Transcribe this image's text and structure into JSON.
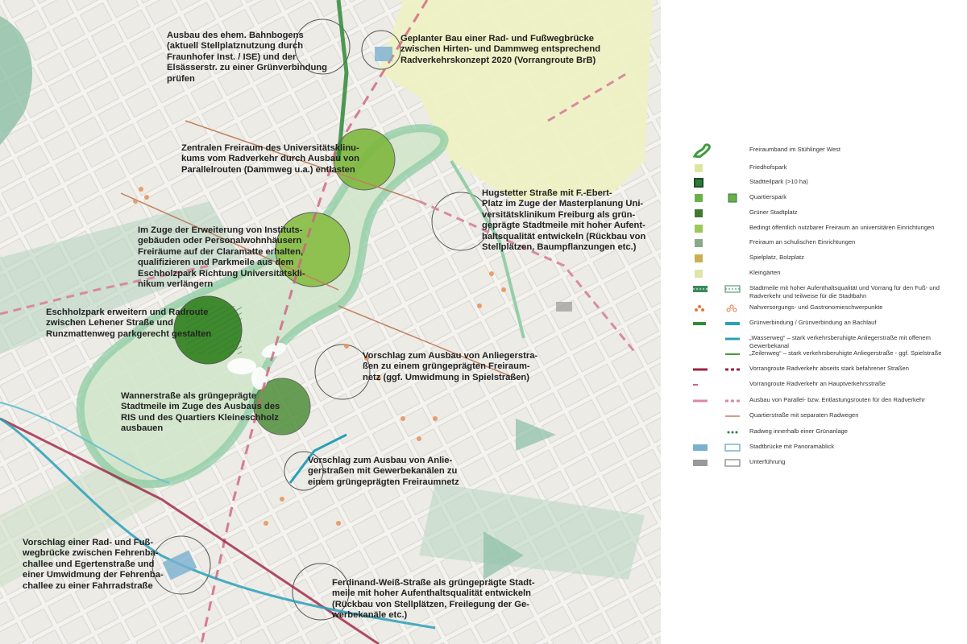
{
  "annotations": [
    {
      "id": "bahnbogen",
      "text": "Ausbau des ehem. Bahnbogens\n(aktuell Stellplatznutzung durch\nFraunhofer Inst. / ISE) und der\nElsässerstr. zu einer Grünverbindung\nprüfen"
    },
    {
      "id": "bruecke",
      "text": "Geplanter Bau einer Rad- und Fußwegbrücke\nzwischen Hirten- und Dammweg entsprechend\nRadverkehrskonzept 2020 (Vorrangroute BrB)"
    },
    {
      "id": "freiraum",
      "text": "Zentralen Freiraum des Universitätsklinu-\nkums vom Radverkehr durch Ausbau von\nParallelrouten (Dammweg u.a.) entlasten"
    },
    {
      "id": "hugstetter",
      "text": "Hugstetter Straße mit F.-Ebert-\nPlatz im Zuge der Masterplanung Uni-\nversitätsklinikum Freiburg als grün-\ngeprägte Stadtmeile mit hoher Aufent-\nhaltsqualität entwickeln (Rückbau von\nStellplätzen, Baumpflanzungen etc.)"
    },
    {
      "id": "claramatte",
      "text": "Im Zuge der Erweiterung von Instituts-\ngebäuden oder Personalwohnhäusern\nFreiräume auf der Claramatte erhalten,\nqualifizieren und Parkmeile aus dem\nEschholzpark Richtung Universitätskli-\nnikum verlängern"
    },
    {
      "id": "eschholz",
      "text": "Eschholzpark erweitern und Radroute\nzwischen Lehener Straße und\nRunzmattenweg parkgerecht gestalten"
    },
    {
      "id": "anlieger1",
      "text": "Vorschlag zum Ausbau von Anliegerstra-\nßen zu einem grüngeprägten Freiraum-\nnetz (ggf. Umwidmung in Spielstraßen)"
    },
    {
      "id": "wanner",
      "text": "Wannerstraße als grüngeprägte\nStadtmeile im Zuge des Ausbaus des\nRIS und des Quartiers Kleineschholz\nausbauen"
    },
    {
      "id": "anlieger2",
      "text": "Vorschlag zum Ausbau von Anlie-\ngerstraßen mit Gewerbekanälen zu\neinem grüngeprägten Freiraumnetz"
    },
    {
      "id": "fehrenbach",
      "text": "Vorschlag einer Rad- und Fuß-\nwegbrücke zwischen Fehrenba-\nchallee und Egertenstraße und\neiner Umwidmung der Fehrenba-\nchallee zu einer Fahrradstraße"
    },
    {
      "id": "ferdinand",
      "text": "Ferdinand-Weiß-Straße als grüngeprägte Stadt-\nmeile mit hoher Aufenthaltsqualität entwickeln\n(Rückbau von Stellplätzen, Freilegung der Ge-\nwerbekanäle etc.)"
    }
  ],
  "legend": [
    {
      "symbol": "freiraumband-icon",
      "label": "Freiraumband im Stühlinger West",
      "color": "#3e9a3e"
    },
    {
      "symbol": "swatch",
      "label": "Friedhofspark",
      "color": "#dfe6a0"
    },
    {
      "symbol": "swatch-outlined",
      "label": "Stadtteilpark (>10 ha)",
      "color": "#2f7a3a"
    },
    {
      "symbol": "swatch-double",
      "label": "Quartierspark",
      "color": "#6ab04a"
    },
    {
      "symbol": "swatch",
      "label": "Grüner Stadtplatz",
      "color": "#3d7a2e"
    },
    {
      "symbol": "swatch",
      "label": "Bedingt öffentlich nutzbarer Freiraum an universitären Einrichtungen",
      "color": "#9cc85a"
    },
    {
      "symbol": "swatch",
      "label": "Freiraum an schulischen Einrichtungen",
      "color": "#8aa88a"
    },
    {
      "symbol": "swatch",
      "label": "Spielplatz, Bolzplatz",
      "color": "#c9b050"
    },
    {
      "symbol": "swatch",
      "label": "Kleingärten",
      "color": "#dde6a8"
    },
    {
      "symbol": "stadtmeile-icon",
      "label": "Stadtmeile mit hoher Aufenthaltsqualität und Vorrang für den Fuß- und\nRadverkehr und teilweise für die Stadtbahn",
      "color": "#3a8a5a"
    },
    {
      "symbol": "nahversorgung-icon",
      "label": "Nahversorgungs- und Gastronomieschwerpunkte",
      "color": "#e07a40"
    },
    {
      "symbol": "gruenverbindung-icon",
      "label": "Grünverbindung / Grünverbindung an Bachlauf",
      "color": "#2f8a3a"
    },
    {
      "symbol": "wasserweg-icon",
      "label": "„Wasserweg“ – stark verkehrsberuhigte Anliegerstraße mit offenem Gewerbekanal",
      "color": "#2aa0b8"
    },
    {
      "symbol": "zeilenweg-icon",
      "label": "„Zeilenweg“ – stark verkehrsberuhigte Anliegerstraße - ggf. Spielstraße",
      "color": "#4a9a3a"
    },
    {
      "symbol": "vorrang-abseits-icon",
      "label": "Vorrangroute Radverkehr abseits stark befahrener Straßen",
      "color": "#a02040"
    },
    {
      "symbol": "vorrang-haupt-icon",
      "label": "Vorrangroute Radverkehr an Hauptverkehrsstraße",
      "color": "#d06080"
    },
    {
      "symbol": "parallelroute-icon",
      "label": "Ausbau von Parallel- bzw. Entlastungsrouten für den Radverkehr",
      "color": "#d88aa0"
    },
    {
      "symbol": "quartierstrasse-icon",
      "label": "Quartierstraße mit separaten Radwegen",
      "color": "#c08060"
    },
    {
      "symbol": "radweg-gruen-icon",
      "label": "Radweg innerhalb einer Grünanlage",
      "color": "#2f7a4a"
    },
    {
      "symbol": "stadtbruecke-icon",
      "label": "Stadtbrücke mit Panoramablick",
      "color": "#7ab0d0"
    },
    {
      "symbol": "unterfuehrung-icon",
      "label": "Unterführung",
      "color": "#999999"
    }
  ]
}
